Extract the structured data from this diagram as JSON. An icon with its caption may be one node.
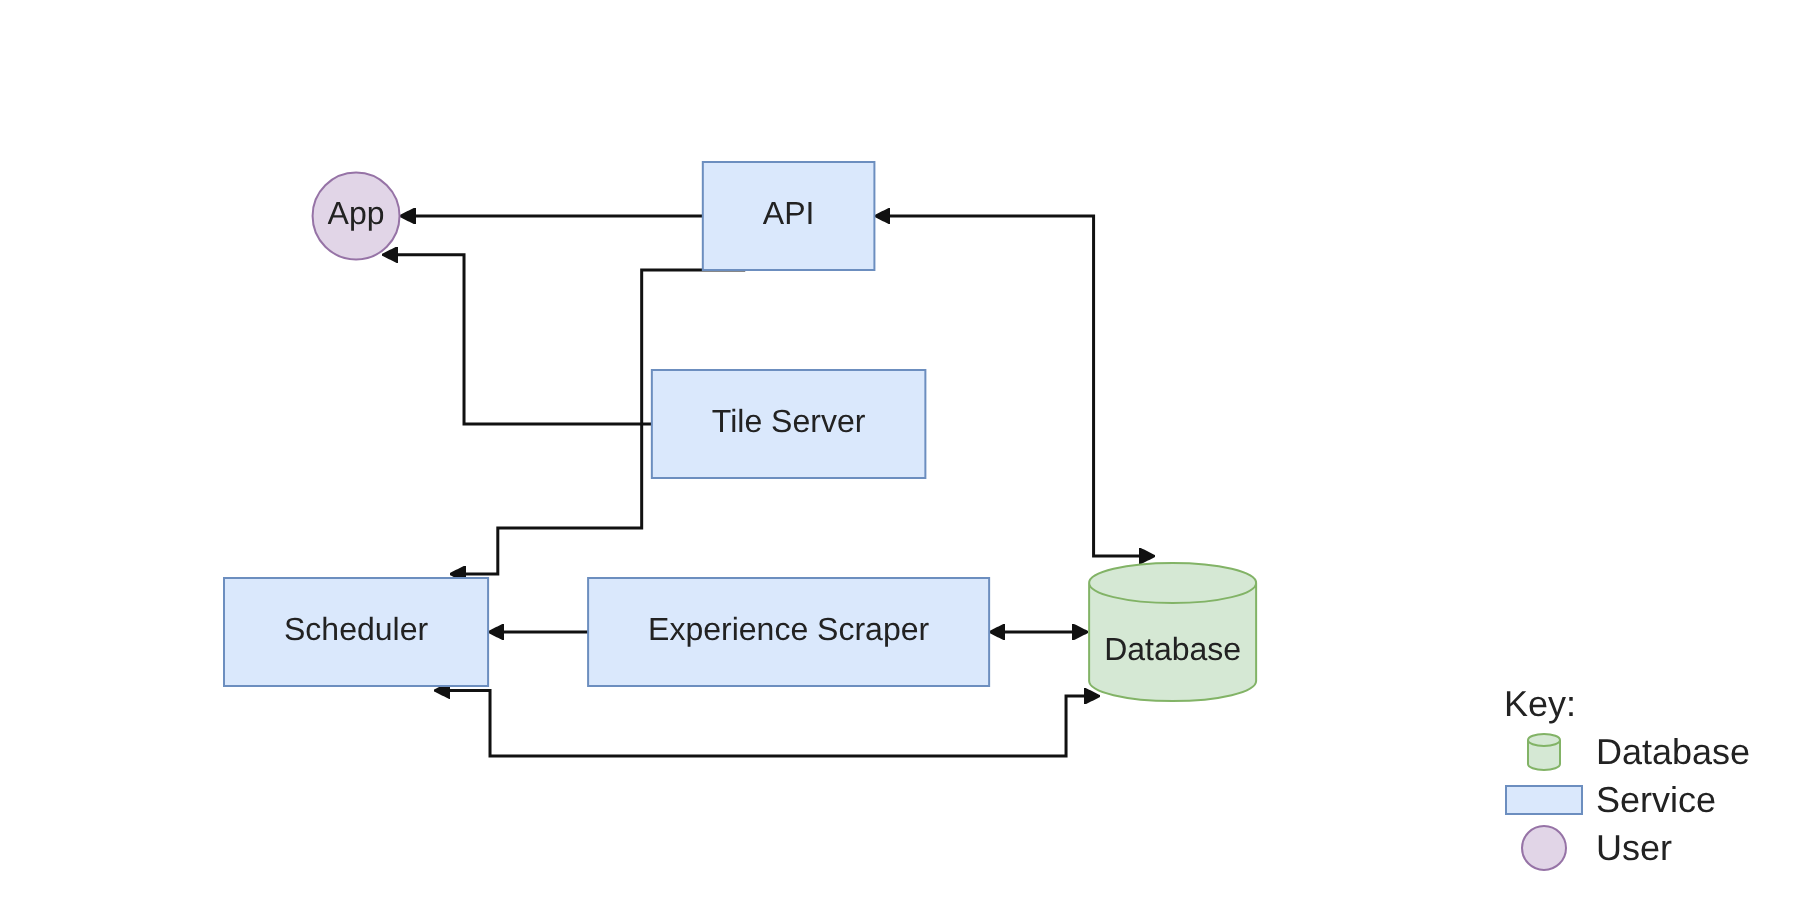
{
  "diagram": {
    "nodes": [
      {
        "text": [
          "API"
        ]
      },
      {
        "text": [
          "Scheduler"
        ]
      },
      {
        "text": [
          "App"
        ]
      },
      {
        "text": [
          "Database"
        ]
      },
      {
        "text": [
          "Experience Scraper"
        ]
      },
      {
        "text": [
          "Tile Server"
        ]
      }
    ],
    "edges": [
      {
        "from": 0,
        "to": 2,
        "arrow": "to"
      },
      {
        "from": 3,
        "to": 0,
        "arrow": "both"
      },
      {
        "from": 0,
        "to": 1,
        "arrow": "to"
      },
      {
        "from": 4,
        "to": 1,
        "arrow": "to"
      },
      {
        "from": 3,
        "to": 1,
        "arrow": "both"
      },
      {
        "from": 3,
        "to": 4,
        "arrow": "both"
      },
      {
        "from": 5,
        "to": 2,
        "arrow": "to"
      }
    ],
    "labels": [
      "Key:"
    ],
    "legend": [
      {
        "text": "Database"
      },
      {
        "text": "Service"
      },
      {
        "text": "User"
      }
    ]
  }
}
